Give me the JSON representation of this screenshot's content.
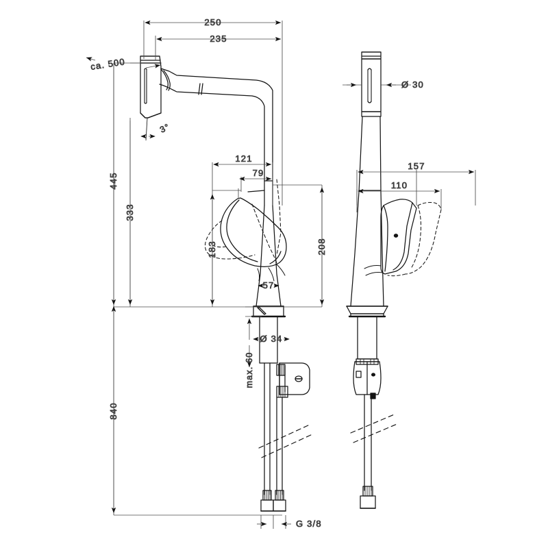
{
  "drawing": {
    "title": "Kitchen mixer with pull-out spray - dimensioned elevation drawing",
    "units": "mm",
    "line_color": "#141414",
    "dimension_color": "#3a3a3a",
    "background": "#ffffff",
    "views": [
      {
        "name": "front-elevation",
        "label": ""
      },
      {
        "name": "side-elevation",
        "label": ""
      }
    ]
  },
  "dimensions": {
    "overall_reach": "250",
    "spout_reach": "235",
    "hose_length": "ca. 500",
    "spout_tilt_angle": "3°",
    "total_height": "445",
    "spout_height": "333",
    "handle_height": "183",
    "body_height": "208",
    "handle_offset_long": "121",
    "handle_offset_short": "79",
    "base_width": "57",
    "base_diameter": "Ø 34",
    "max_thickness": "max. 60",
    "hose_reach_total": "840",
    "spray_head_diameter": "Ø 30",
    "side_reach_long": "157",
    "side_reach_short": "110",
    "connection_thread": "G 3/8"
  },
  "labels": {
    "d250": "250",
    "d235": "235",
    "d500": "ca. 500",
    "angle3": "3°",
    "d445": "445",
    "d333": "333",
    "d183": "183",
    "d208": "208",
    "d121": "121",
    "d79": "79",
    "d57": "57",
    "d34": "Ø 34",
    "dmax60": "max. 60",
    "d840": "840",
    "d30": "Ø 30",
    "d157": "157",
    "d110": "110",
    "g38": "G 3/8"
  }
}
